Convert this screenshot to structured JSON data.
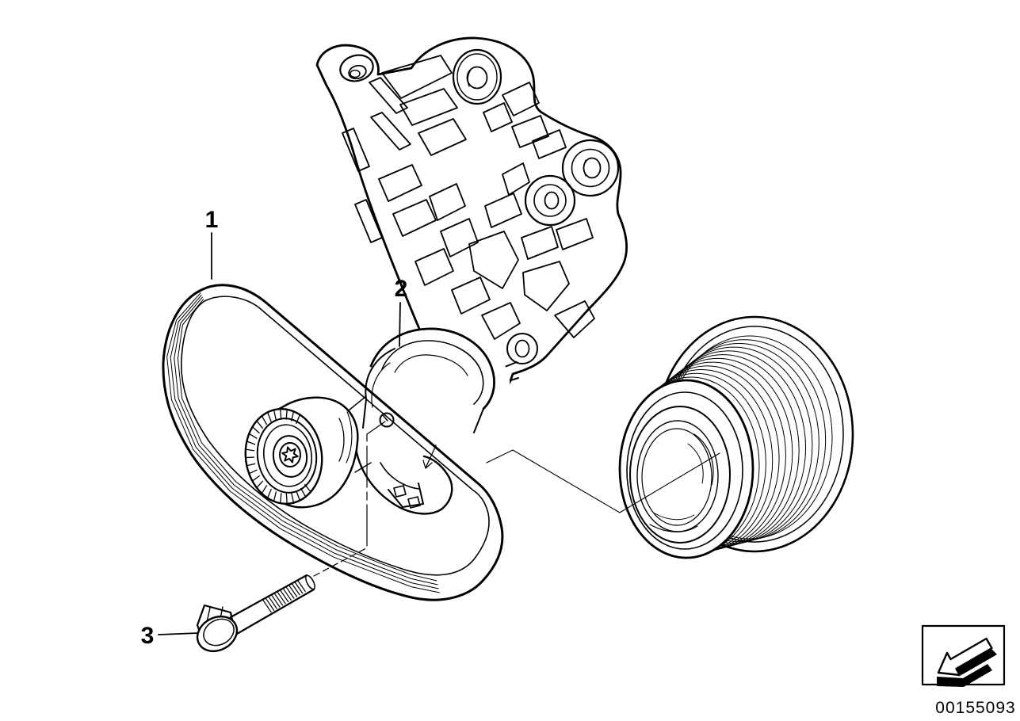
{
  "diagram": {
    "type": "exploded-parts-diagram",
    "background": "#ffffff",
    "line_color": "#000000",
    "callouts": [
      {
        "label": "1"
      },
      {
        "label": "2"
      },
      {
        "label": "3"
      }
    ],
    "stamp": {
      "part_number": "00155093",
      "icon": "direction-arrow-icon"
    }
  }
}
